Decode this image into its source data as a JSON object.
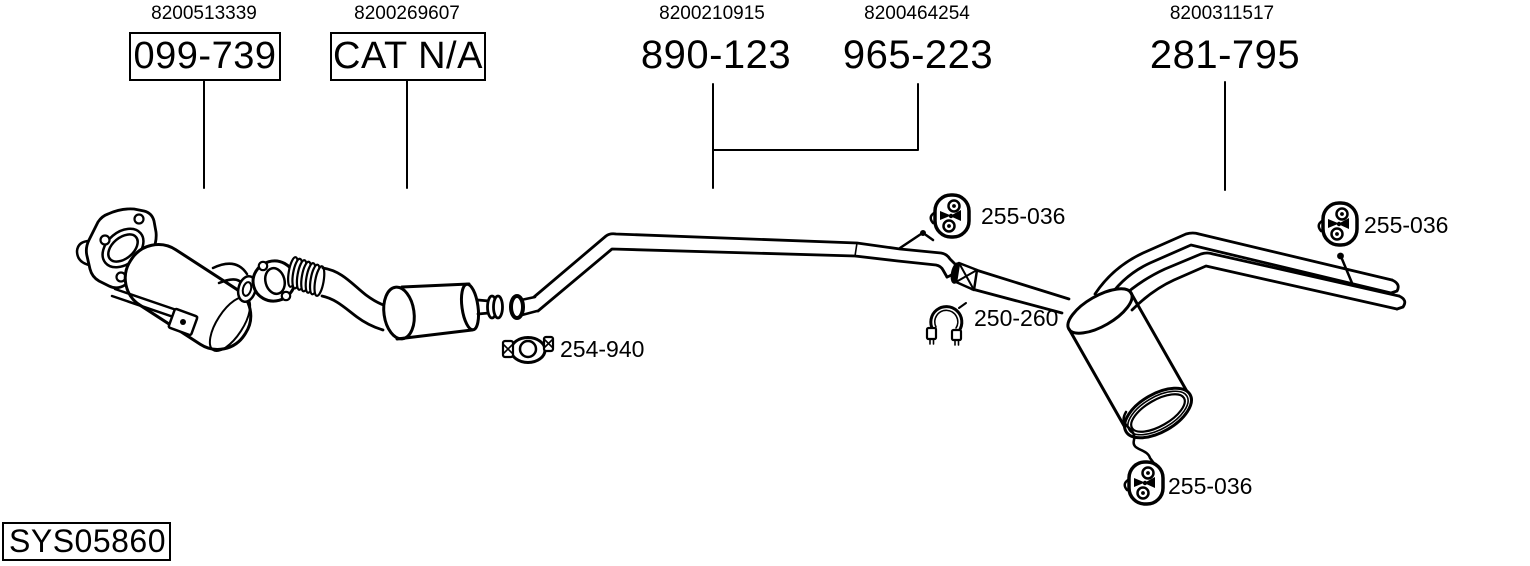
{
  "system_label": {
    "code": "SYS05860"
  },
  "colors": {
    "line": "#000000",
    "background": "#ffffff"
  },
  "top_labels": [
    {
      "oem": "8200513339",
      "code": "099-739",
      "boxed": true
    },
    {
      "oem": "8200269607",
      "code": "CAT N/A",
      "boxed": true
    },
    {
      "oem": "8200210915",
      "code": "890-123",
      "boxed": false
    },
    {
      "oem": "8200464254",
      "code": "965-223",
      "boxed": false
    },
    {
      "oem": "8200311517",
      "code": "281-795",
      "boxed": false
    }
  ],
  "mount_labels": [
    {
      "code": "254-940",
      "icon": "pipe-clamp-icon"
    },
    {
      "code": "255-036",
      "icon": "rubber-hanger-icon"
    },
    {
      "code": "250-260",
      "icon": "band-clamp-icon"
    },
    {
      "code": "255-036",
      "icon": "rubber-hanger-icon"
    },
    {
      "code": "255-036",
      "icon": "rubber-hanger-icon"
    }
  ]
}
